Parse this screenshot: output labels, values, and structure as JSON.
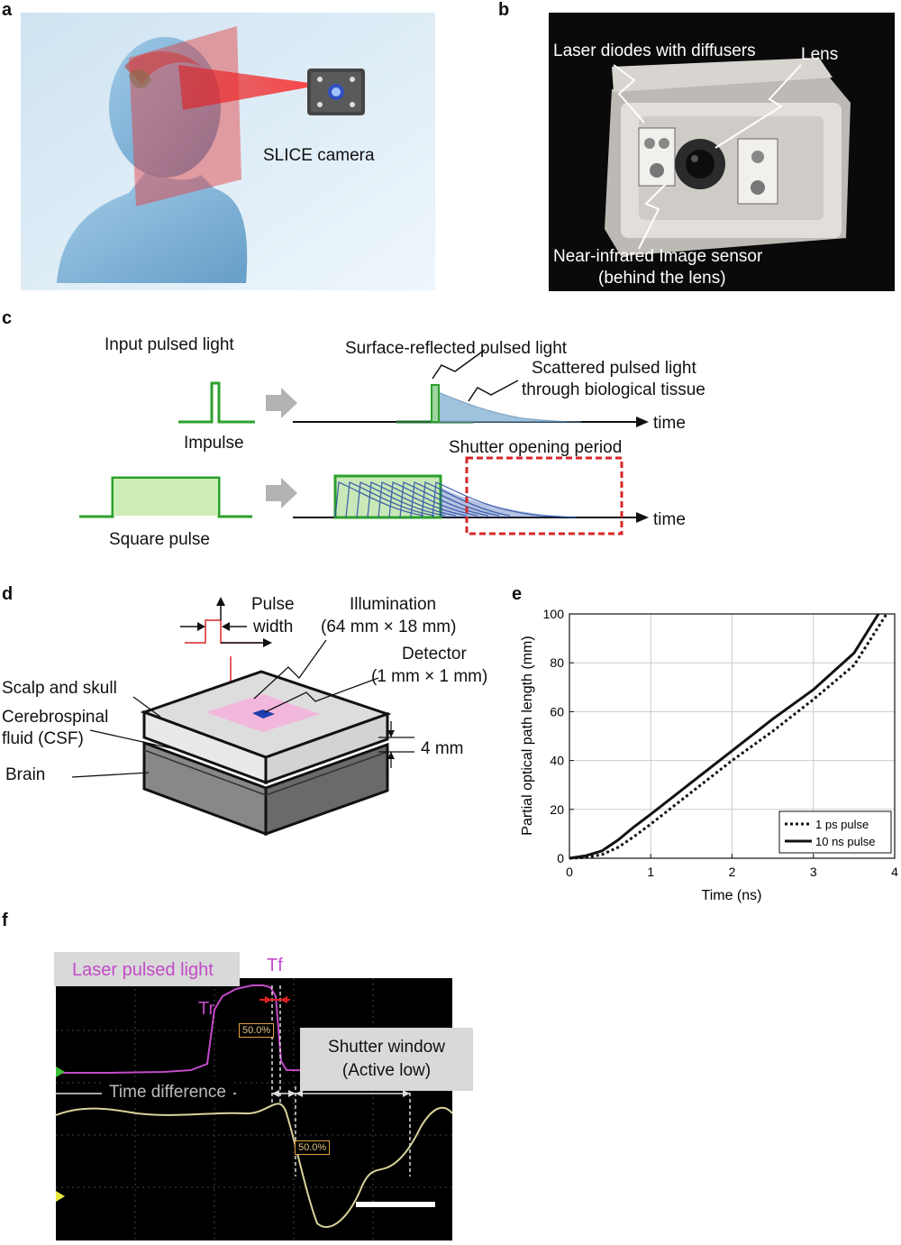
{
  "panels": {
    "a": {
      "label": "a",
      "camera_label": "SLICE camera"
    },
    "b": {
      "label": "b",
      "diodes_label": "Laser diodes with diffusers",
      "lens_label": "Lens",
      "sensor_line1": "Near-infrared Image sensor",
      "sensor_line2": "(behind the lens)"
    },
    "c": {
      "label": "c",
      "input_title": "Input pulsed light",
      "impulse": "Impulse",
      "square": "Square pulse",
      "surface": "Surface-reflected pulsed light",
      "scattered1": "Scattered pulsed light",
      "scattered2": "through biological tissue",
      "time1": "time",
      "time2": "time",
      "shutter": "Shutter opening period"
    },
    "d": {
      "label": "d",
      "pulse": "Pulse",
      "width": "width",
      "illum1": "Illumination",
      "illum2": "(64 mm × 18 mm)",
      "detector1": "Detector",
      "detector2": "(1 mm × 1 mm)",
      "scalp": "Scalp and skull",
      "csf1": "Cerebrospinal",
      "csf2": "fluid (CSF)",
      "brain": "Brain",
      "thickness": "4 mm"
    },
    "e": {
      "label": "e"
    },
    "f": {
      "label": "f",
      "laser": "Laser pulsed light",
      "tr": "Tr",
      "tf": "Tf",
      "pct1": "50.0%",
      "pct2": "50.0%",
      "shutter1": "Shutter window",
      "shutter2": "(Active low)",
      "timediff": "Time difference"
    }
  },
  "chart_data": {
    "type": "line",
    "xlabel": "Time (ns)",
    "ylabel": "Partial optical path length (mm)",
    "xlim": [
      0,
      4
    ],
    "ylim": [
      0,
      100
    ],
    "xticks": [
      "0",
      "1",
      "2",
      "3",
      "4"
    ],
    "yticks": [
      "0",
      "20",
      "40",
      "60",
      "80",
      "100"
    ],
    "grid": true,
    "legend_position": "bottom-right",
    "series": [
      {
        "name": "1 ps pulse",
        "style": "dotted",
        "x": [
          0,
          0.2,
          0.4,
          0.6,
          0.8,
          1.0,
          1.5,
          2.0,
          2.5,
          3.0,
          3.5,
          3.9
        ],
        "y": [
          0,
          0.3,
          1.5,
          4.5,
          9,
          14,
          27,
          40,
          52,
          65,
          79,
          100
        ]
      },
      {
        "name": "10 ns pulse",
        "style": "solid",
        "x": [
          0,
          0.2,
          0.4,
          0.6,
          0.8,
          1.0,
          1.5,
          2.0,
          2.5,
          3.0,
          3.5,
          3.8
        ],
        "y": [
          0,
          1,
          3,
          7.5,
          13,
          18,
          31,
          44,
          57,
          69,
          84,
          100
        ]
      }
    ]
  }
}
